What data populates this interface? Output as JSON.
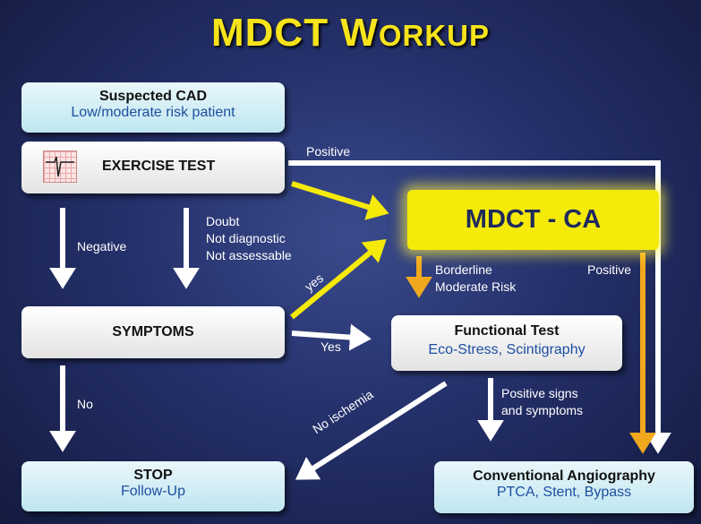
{
  "title": {
    "part1": "MDCT W",
    "part2": "ORKUP"
  },
  "boxes": {
    "suspected": {
      "title": "Suspected CAD",
      "subtitle": "Low/moderate risk patient"
    },
    "exercise": {
      "title": "EXERCISE TEST",
      "icon": "ecg-icon"
    },
    "mdct": {
      "title": "MDCT - CA"
    },
    "symptoms": {
      "title": "SYMPTOMS"
    },
    "functional": {
      "title": "Functional Test",
      "subtitle": "Eco-Stress, Scintigraphy"
    },
    "stop": {
      "title": "STOP",
      "subtitle": "Follow-Up"
    },
    "angiography": {
      "title": "Conventional Angiography",
      "subtitle": "PTCA, Stent, Bypass"
    }
  },
  "labels": {
    "positive_top": "Positive",
    "negative": "Negative",
    "doubt": [
      "Doubt",
      "Not diagnostic",
      "Not assessable"
    ],
    "yes_diag": "yes",
    "yes_right": "Yes",
    "borderline": [
      "Borderline",
      "Moderate Risk"
    ],
    "positive_right": "Positive",
    "no": "No",
    "no_ischemia": "No ischemia",
    "positive_signs": [
      "Positive signs",
      "and symptoms"
    ]
  },
  "colors": {
    "title": "#f6e31a",
    "highlight": "#f5ea0a",
    "orange_arrow": "#f0a81e",
    "box_cyan": "#cdeaf2",
    "subtitle_blue": "#1d4ea0"
  }
}
